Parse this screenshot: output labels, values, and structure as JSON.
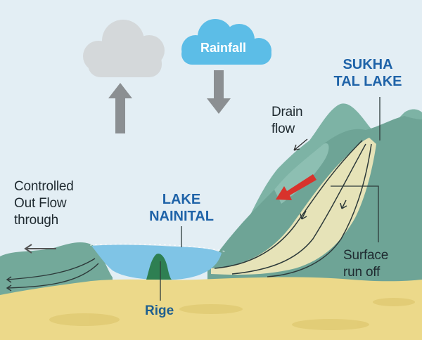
{
  "labels": {
    "rainfall": "Rainfall",
    "sukha_line1": "SUKHA",
    "sukha_line2": "TAL LAKE",
    "drain_line1": "Drain",
    "drain_line2": "flow",
    "controlled_line1": "Controlled",
    "controlled_line2": "Out Flow",
    "controlled_line3": "through",
    "nainital_line1": "LAKE",
    "nainital_line2": "NAINITAL",
    "surface_line1": "Surface",
    "surface_line2": "run off",
    "rige": "Rige"
  },
  "colors": {
    "sky": "#e3eef4",
    "cloud_grey": "#d4d8da",
    "cloud_blue": "#5cbde7",
    "mountain": "#73a99a",
    "mountain_dark": "#5d8f84",
    "lake": "#7fc4e6",
    "ground": "#ecd98a",
    "runoff_band": "#e6e3b8",
    "red_arrow": "#d8332c",
    "arrow_grey": "#8b8f92",
    "title_blue": "#1f63a8"
  }
}
